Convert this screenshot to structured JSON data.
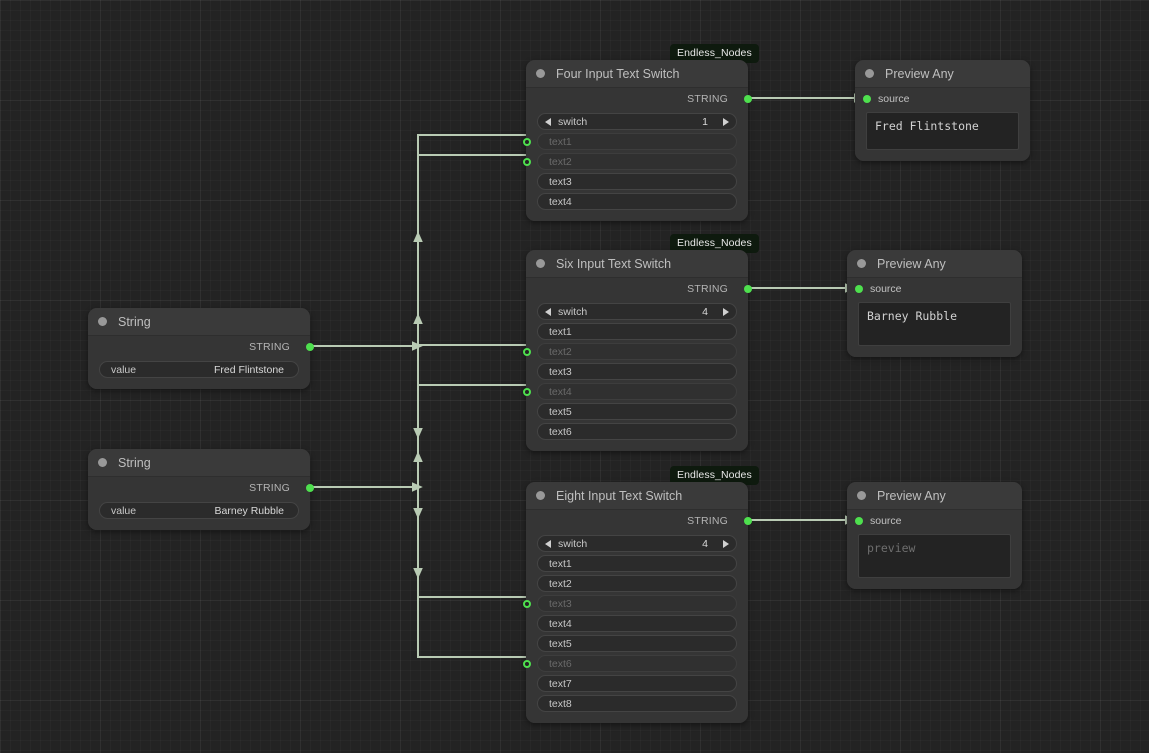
{
  "canvas": {
    "background_color": "#232323",
    "grid_color": "#2c2c2c",
    "link_color": "#b9cbb4",
    "socket_color": "#4ee04e",
    "badge_color": "#0e1a0e"
  },
  "nodes": {
    "string_fred": {
      "title": "String",
      "output_label": "STRING",
      "widget_label": "value",
      "widget_value": "Fred Flintstone"
    },
    "string_barney": {
      "title": "String",
      "output_label": "STRING",
      "widget_label": "value",
      "widget_value": "Barney Rubble"
    },
    "four_switch": {
      "badge": "Endless_Nodes",
      "title": "Four Input Text Switch",
      "output_label": "STRING",
      "switch_label": "switch",
      "switch_value": "1",
      "arrow_left": "prev-arrow-icon",
      "arrow_right": "next-arrow-icon",
      "inputs": [
        {
          "label": "text1",
          "connected": true
        },
        {
          "label": "text2",
          "connected": true
        },
        {
          "label": "text3",
          "connected": false
        },
        {
          "label": "text4",
          "connected": false
        }
      ]
    },
    "six_switch": {
      "badge": "Endless_Nodes",
      "title": "Six Input Text Switch",
      "output_label": "STRING",
      "switch_label": "switch",
      "switch_value": "4",
      "arrow_left": "prev-arrow-icon",
      "arrow_right": "next-arrow-icon",
      "inputs": [
        {
          "label": "text1",
          "connected": false
        },
        {
          "label": "text2",
          "connected": true
        },
        {
          "label": "text3",
          "connected": false
        },
        {
          "label": "text4",
          "connected": true
        },
        {
          "label": "text5",
          "connected": false
        },
        {
          "label": "text6",
          "connected": false
        }
      ]
    },
    "eight_switch": {
      "badge": "Endless_Nodes",
      "title": "Eight Input Text Switch",
      "output_label": "STRING",
      "switch_label": "switch",
      "switch_value": "4",
      "arrow_left": "prev-arrow-icon",
      "arrow_right": "next-arrow-icon",
      "inputs": [
        {
          "label": "text1",
          "connected": false
        },
        {
          "label": "text2",
          "connected": false
        },
        {
          "label": "text3",
          "connected": true
        },
        {
          "label": "text4",
          "connected": false
        },
        {
          "label": "text5",
          "connected": false
        },
        {
          "label": "text6",
          "connected": true
        },
        {
          "label": "text7",
          "connected": false
        },
        {
          "label": "text8",
          "connected": false
        }
      ]
    },
    "preview_top": {
      "title": "Preview Any",
      "source_label": "source",
      "text": "Fred Flintstone",
      "is_placeholder": false
    },
    "preview_mid": {
      "title": "Preview Any",
      "source_label": "source",
      "text": "Barney Rubble",
      "is_placeholder": false
    },
    "preview_bottom": {
      "title": "Preview Any",
      "source_label": "source",
      "text": "preview",
      "is_placeholder": true
    }
  }
}
